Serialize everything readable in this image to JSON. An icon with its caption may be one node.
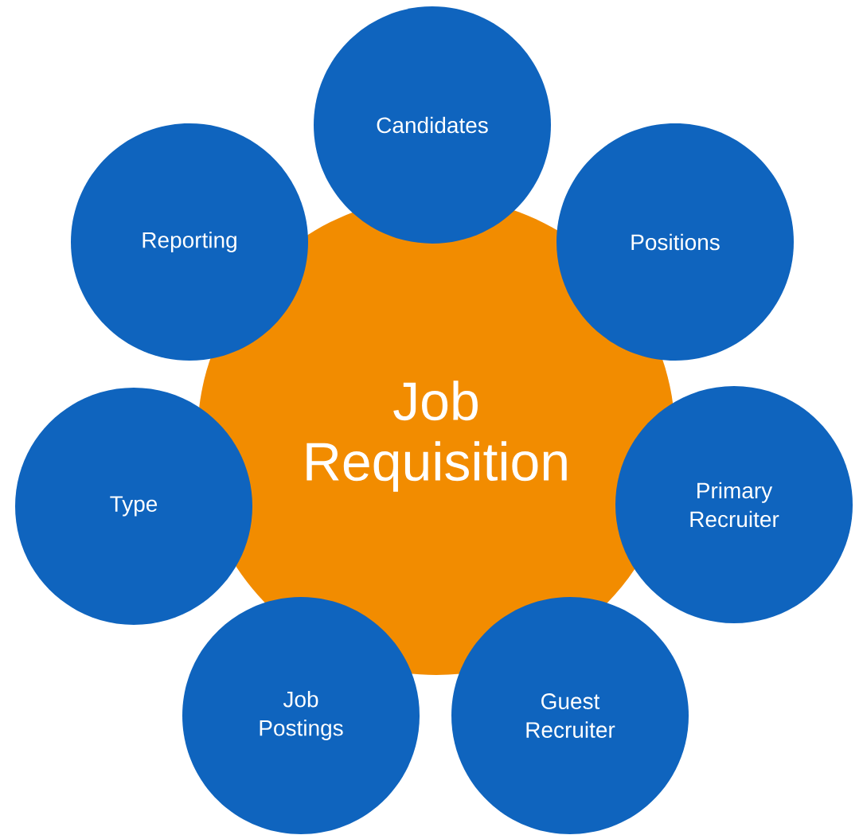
{
  "diagram": {
    "nodes": [
      {
        "text": [
          "Candidates"
        ]
      },
      {
        "text": [
          "Reporting"
        ]
      },
      {
        "text": [
          "Positions"
        ]
      },
      {
        "text": [
          "Job Requisition"
        ]
      },
      {
        "text": [
          "Type"
        ]
      },
      {
        "text": [
          "Primary Recruiter"
        ]
      },
      {
        "text": [
          "Job Postings"
        ]
      },
      {
        "text": [
          "Guest Recruiter"
        ]
      }
    ]
  }
}
